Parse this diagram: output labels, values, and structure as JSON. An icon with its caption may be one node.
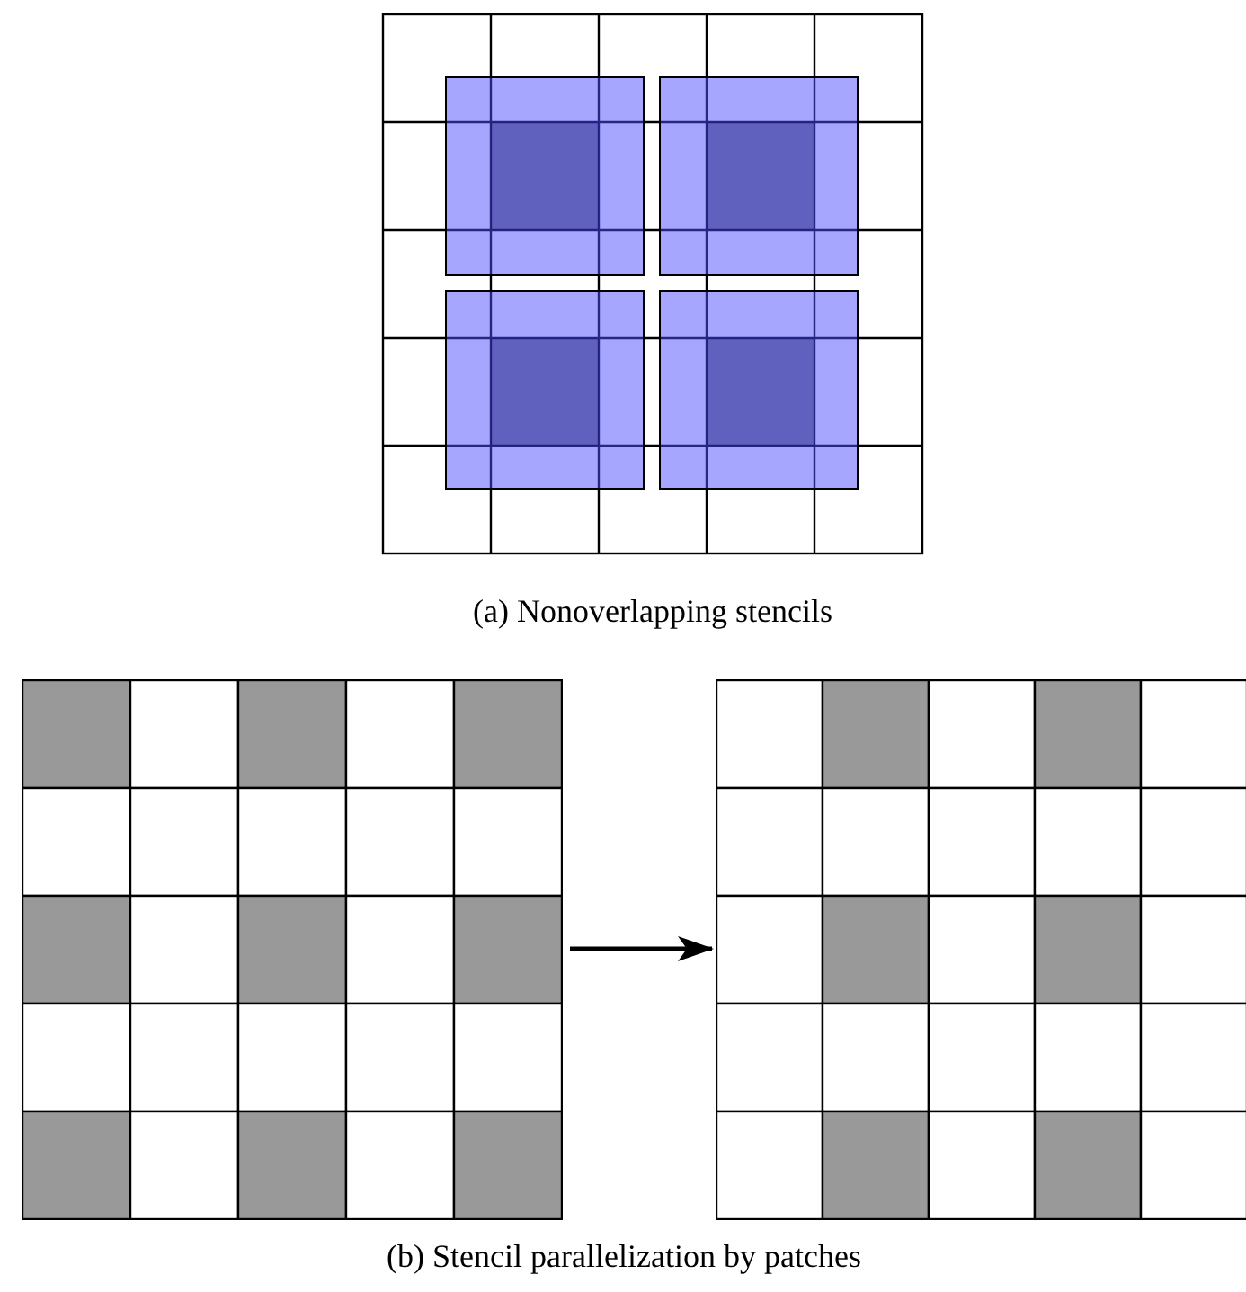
{
  "diagram": {
    "nodes": [
      {
        "text": [],
        "shape": "box"
      },
      {
        "text": [],
        "shape": "box"
      }
    ],
    "edges": [
      {
        "from": 0,
        "to": 1,
        "arrow": "to"
      }
    ],
    "labels": [
      "(a) Nonoverlapping stencils",
      "(b) Stencil parallelization by patches"
    ]
  }
}
